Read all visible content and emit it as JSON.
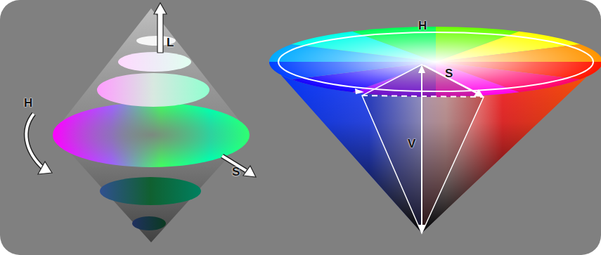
{
  "diagram": {
    "labels": [
      "L",
      "H",
      "S",
      "H",
      "S",
      "V"
    ]
  }
}
